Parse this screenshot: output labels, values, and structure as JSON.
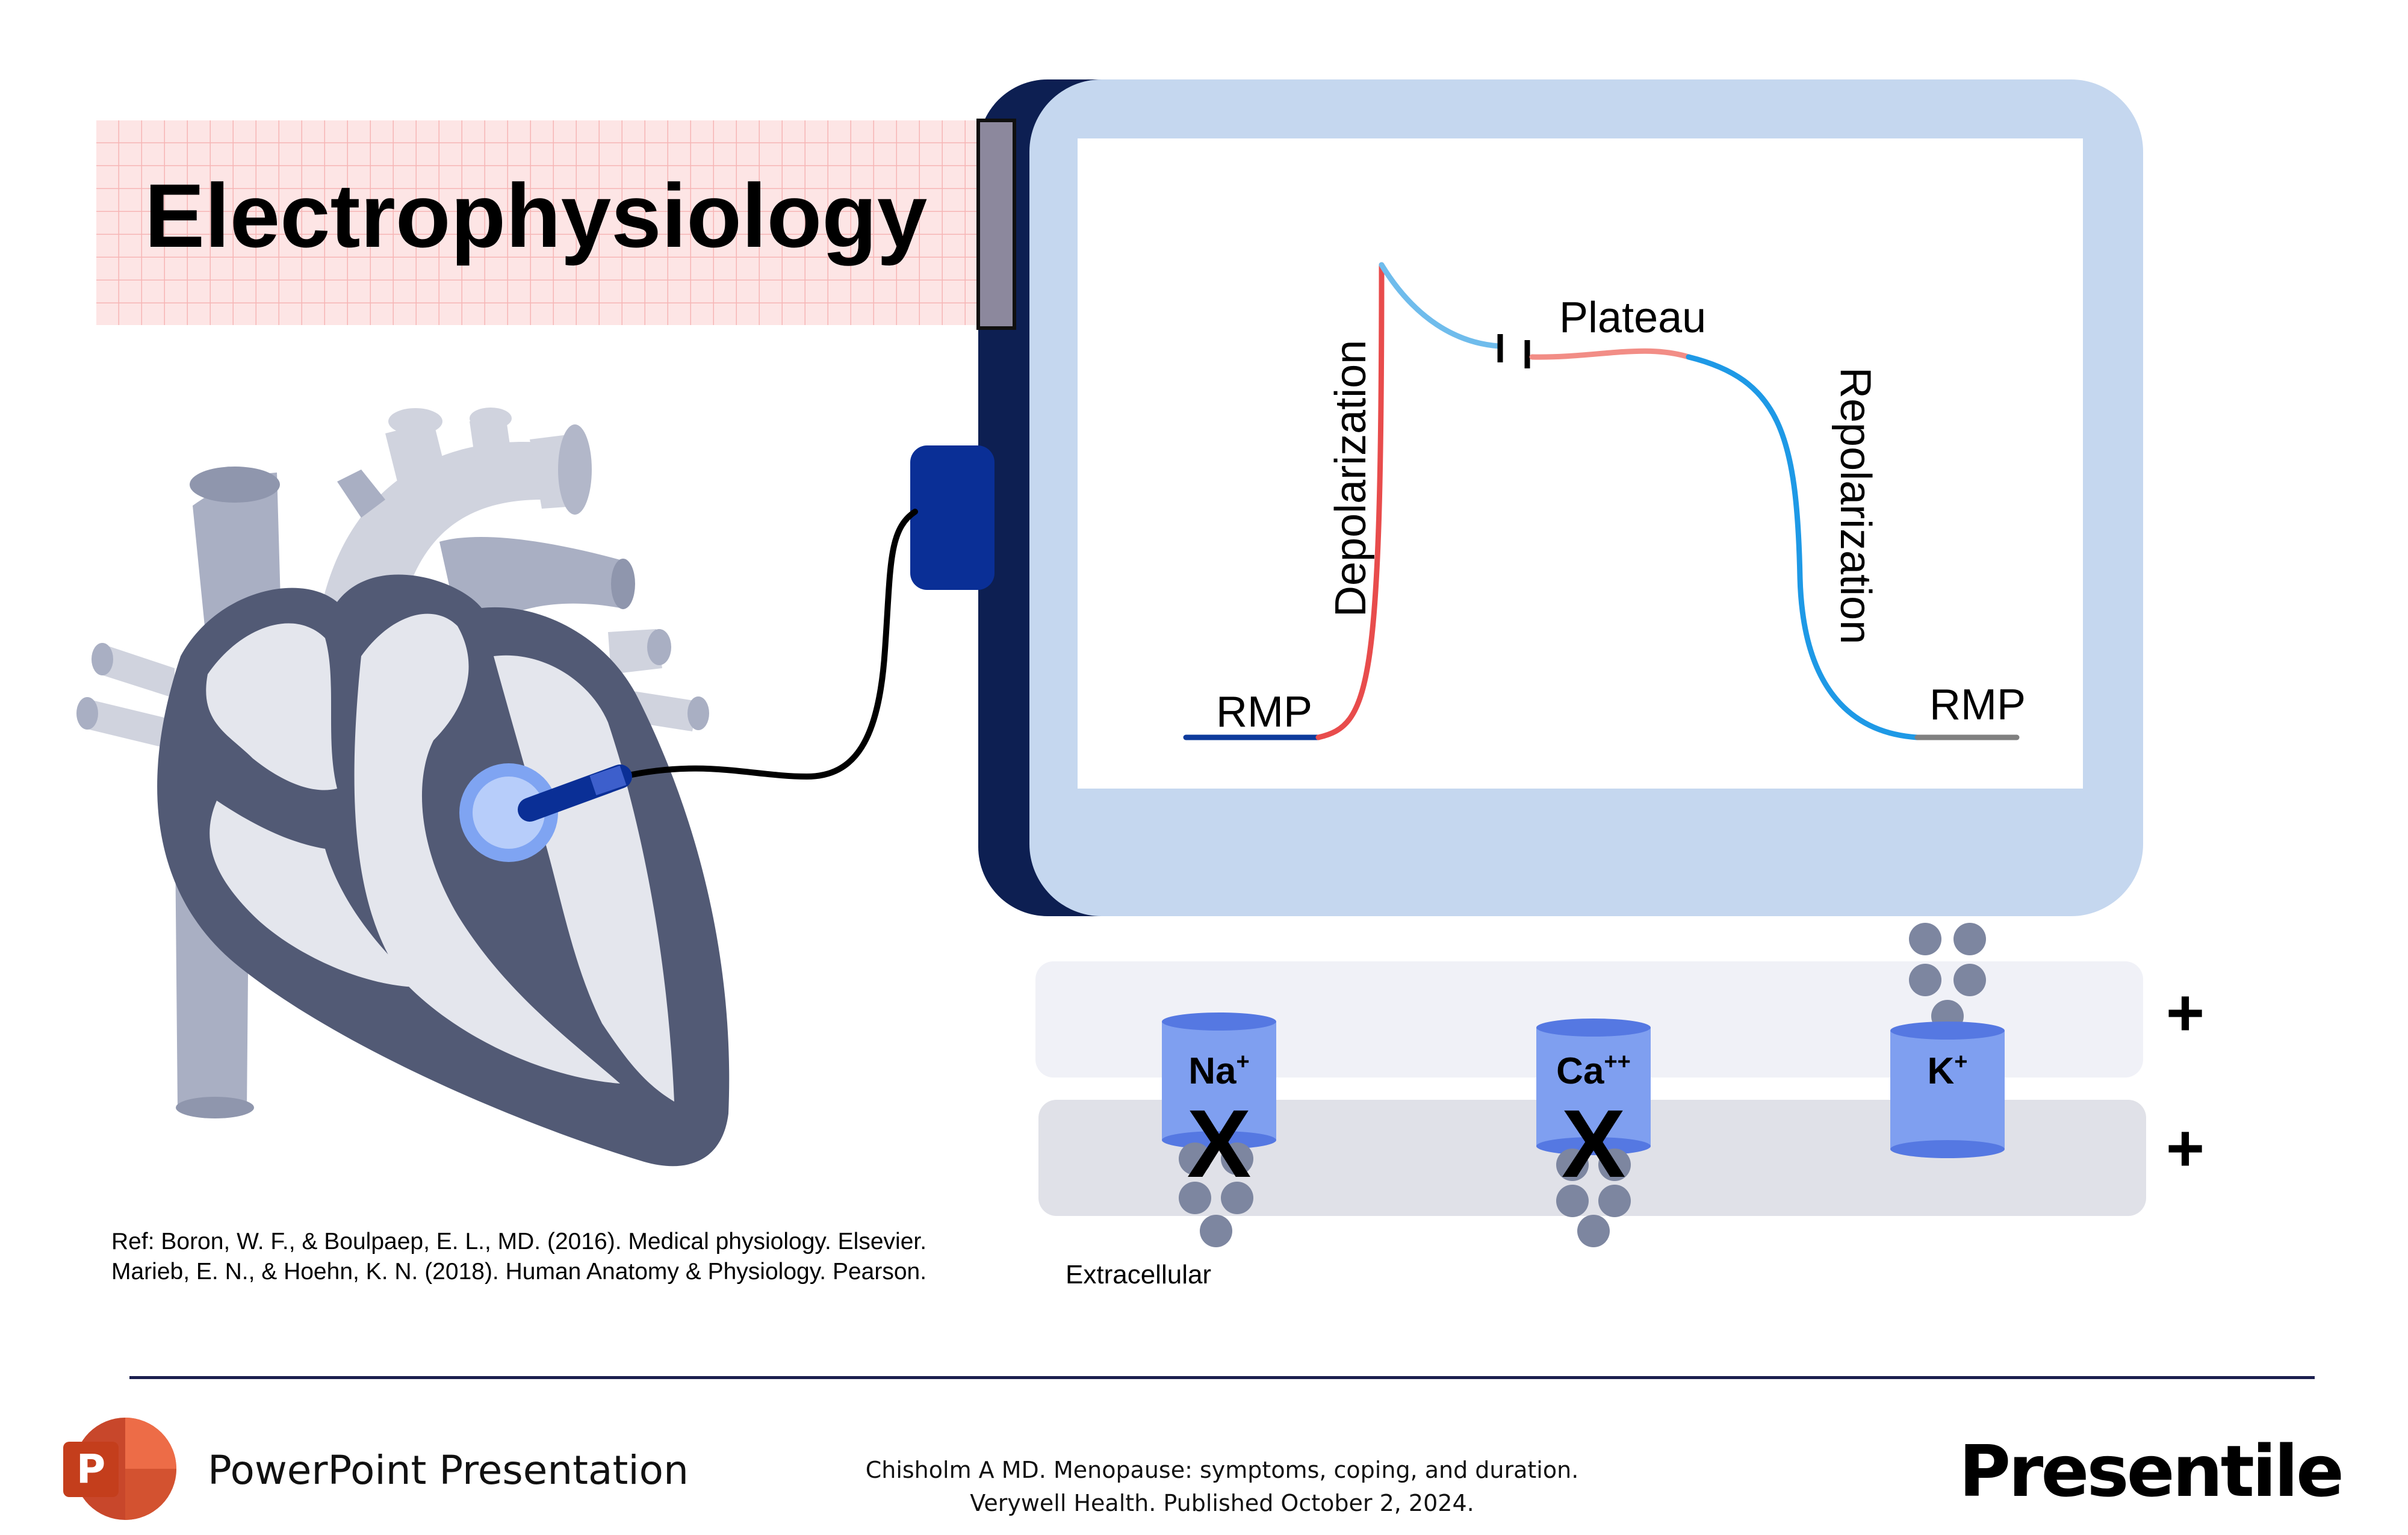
{
  "title": "Electrophysiology",
  "graph": {
    "rmp_left": "RMP",
    "depolarization": "Depolarization",
    "plateau": "Plateau",
    "repolarization": "Repolarization",
    "rmp_right": "RMP"
  },
  "channels": [
    {
      "ion": "Na",
      "charge": "+",
      "blocked": true,
      "mark": "X"
    },
    {
      "ion": "Ca",
      "charge": "++",
      "blocked": true,
      "mark": "X"
    },
    {
      "ion": "K",
      "charge": "+",
      "blocked": false
    }
  ],
  "membrane": {
    "plus_top": "+",
    "plus_bottom": "+",
    "extracellular_label": "Extracellular"
  },
  "references": [
    "Ref: Boron, W. F., & Boulpaep, E. L., MD. (2016). Medical physiology. Elsevier.",
    "Marieb, E. N., & Hoehn, K. N. (2018). Human Anatomy & Physiology. Pearson."
  ],
  "footer": {
    "app_label": "PowerPoint Presentation",
    "app_icon_letter": "P",
    "citation_line1": "Chisholm A MD. Menopause: symptoms, coping, and duration.",
    "citation_line2": "Verywell Health. Published October 2, 2024.",
    "brand": "Presentile"
  },
  "colors": {
    "monitor_frame": "#c5d7ef",
    "monitor_back": "#0d1f52",
    "connector": "#0a2f96",
    "rmp_line": "#0d3b9c",
    "depolarization_line": "#e84c4c",
    "early_repol_line": "#6fbcec",
    "plateau_line": "#f28d86",
    "repolarization_line": "#1e99e6",
    "rmp_right_line": "#808080",
    "channel": "#7f9ff0",
    "ion_dot": "#7d86a0",
    "heart_outline": "#525a75",
    "heart_fill": "#e4e6ed",
    "vessel": "#a9afc3",
    "title_band": "#fde3e3",
    "divider": "#1b1f4f"
  },
  "icons": [
    "powerpoint-icon",
    "heart-illustration",
    "electrode-probe-icon",
    "monitor-icon"
  ]
}
